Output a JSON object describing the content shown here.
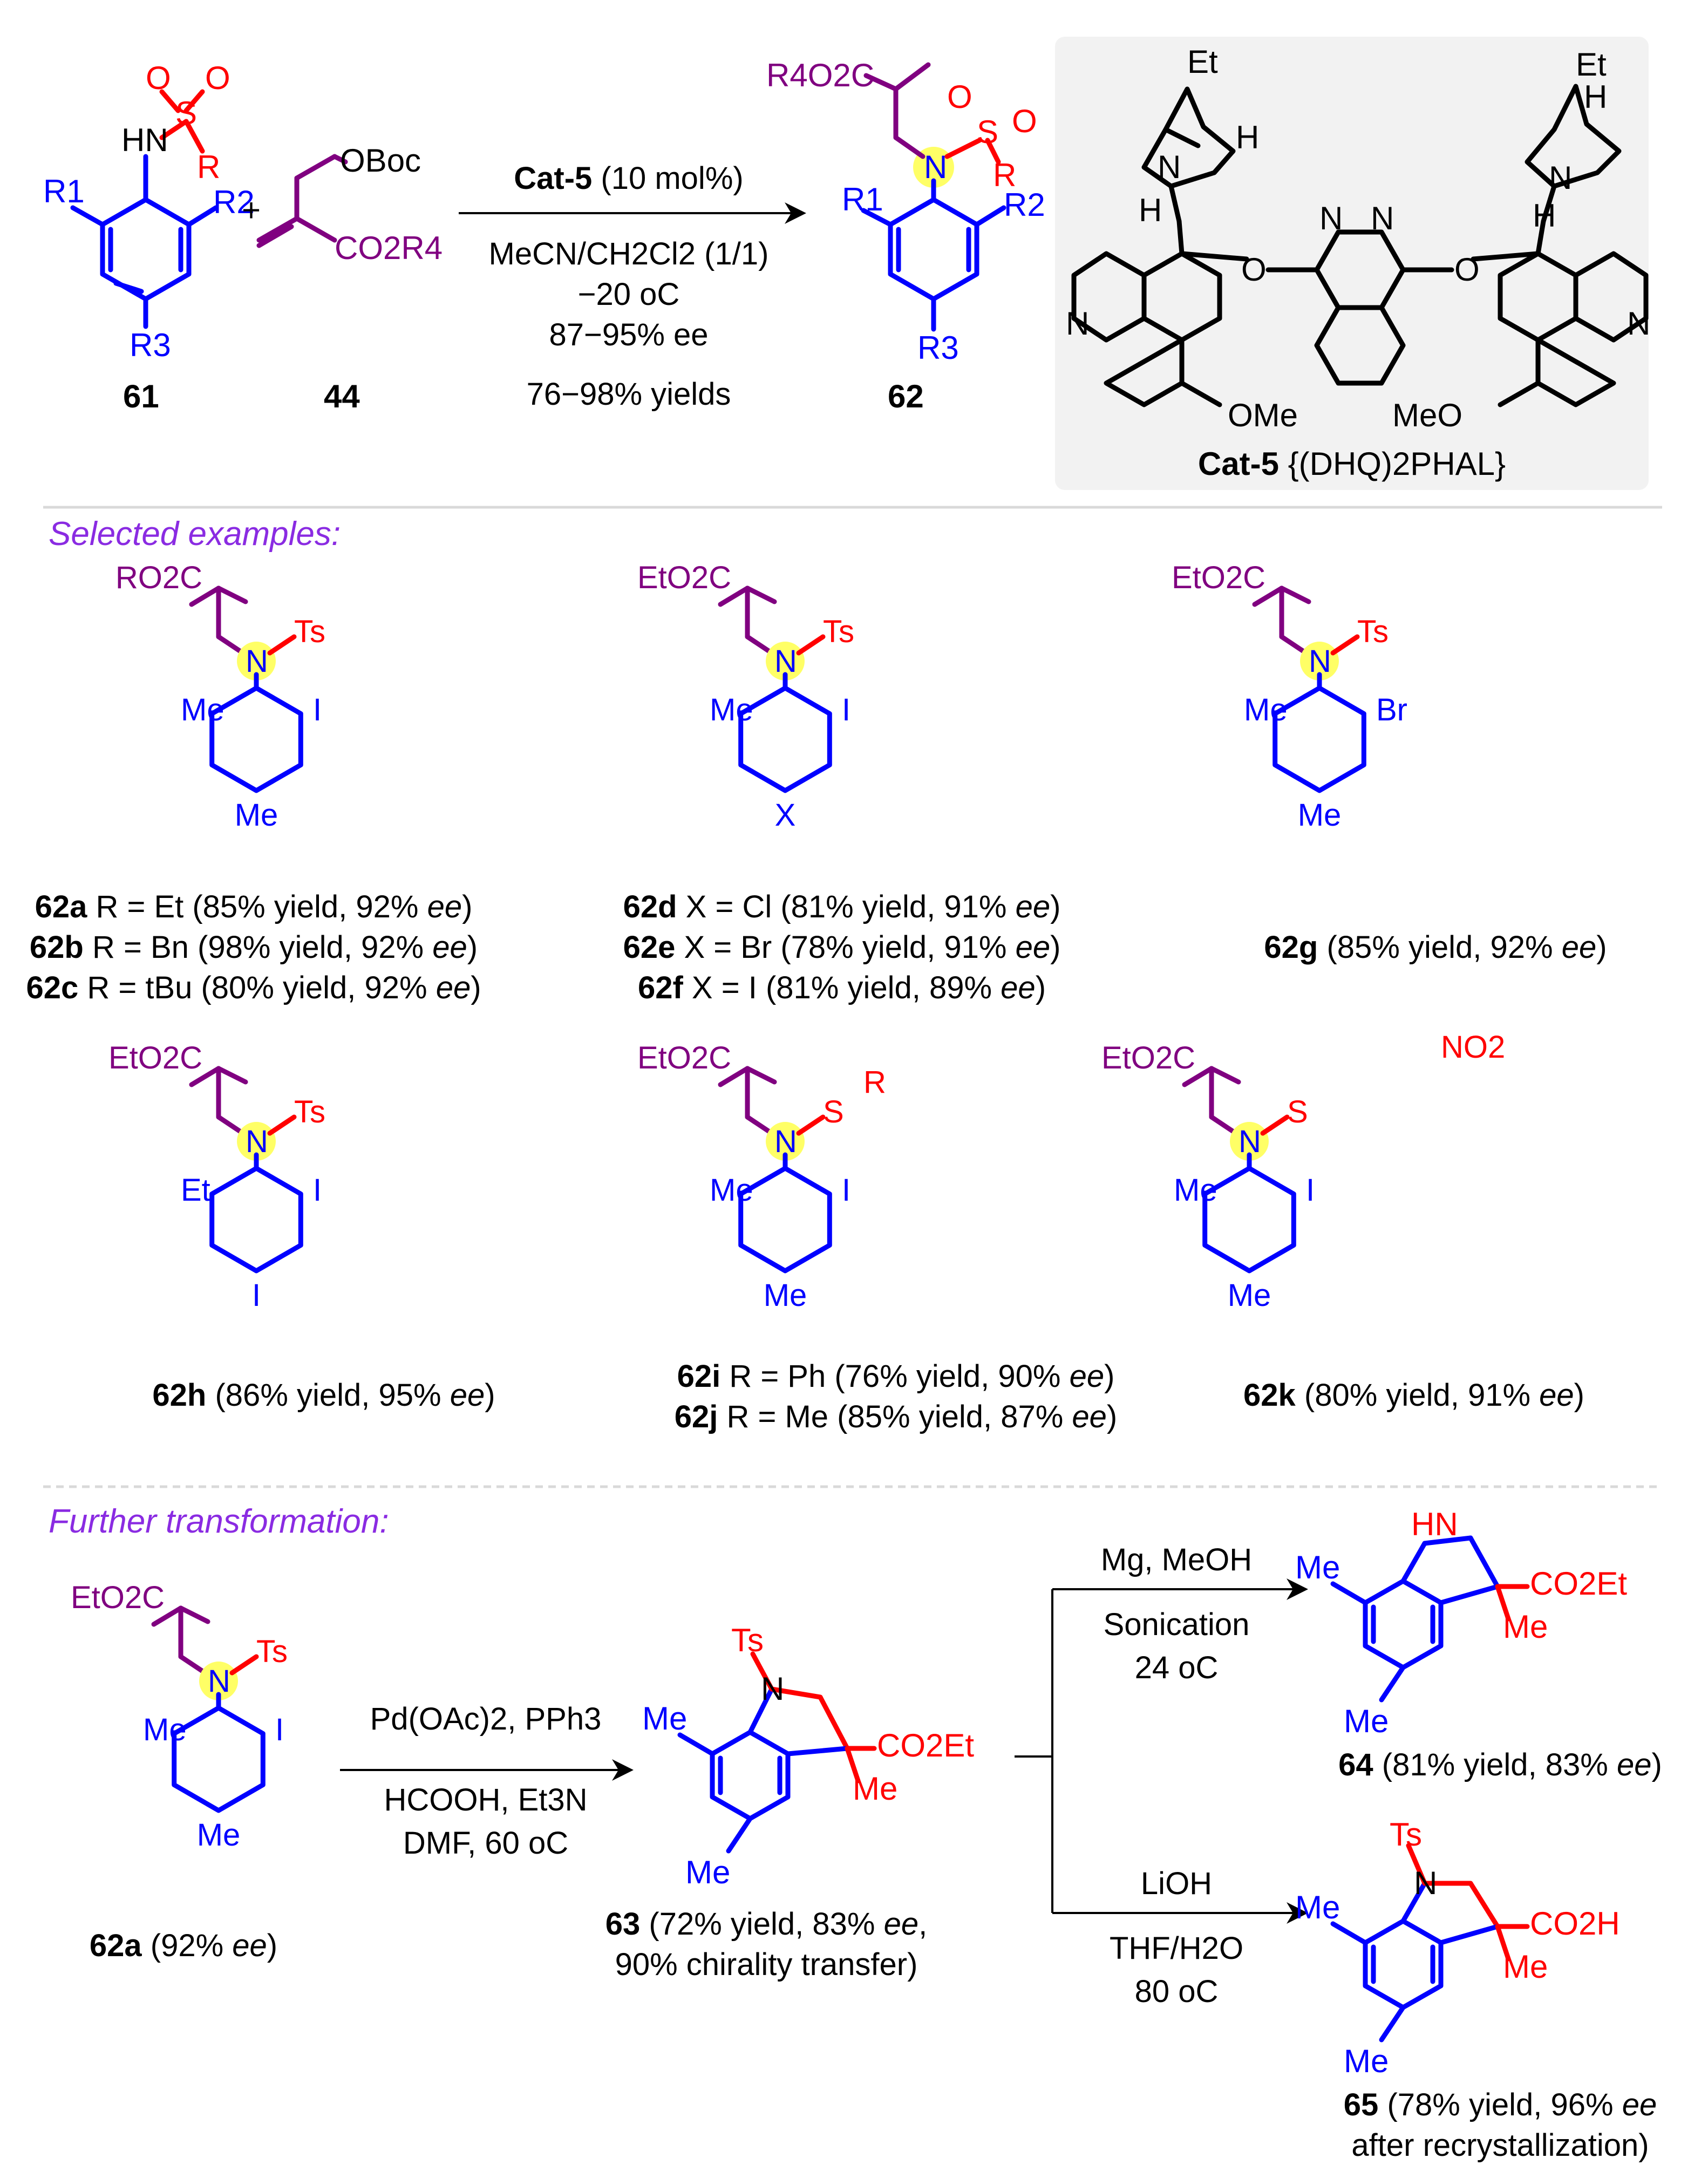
{
  "colors": {
    "text": "#000000",
    "aryl": "#0000ff",
    "ester": "#800080",
    "sulfonyl": "#ff0000",
    "heading": "#8a2be2",
    "highlight": "#ffff66",
    "panel": "#f2f2f2",
    "divider": "#d9d9d9"
  },
  "reaction": {
    "reactant1": {
      "label": "61",
      "substituents": {
        "R1": "R1",
        "R2": "R2",
        "R3": "R3"
      },
      "nh": "HN",
      "sulfonyl": {
        "s": "S",
        "o": "O",
        "r": "R"
      }
    },
    "reactant2": {
      "label": "44",
      "oboc": "OBoc",
      "ester": "CO2R4"
    },
    "plus": "+",
    "conditions": {
      "catalyst": "Cat-5",
      "loading": "(10 mol%)",
      "solvent": "MeCN/CH2Cl2 (1/1)",
      "temperature": "−20 oC",
      "ee": "87−95% ee",
      "yields": "76−98% yields"
    },
    "product": {
      "label": "62",
      "ester": "R4O2C",
      "n": "N",
      "substituents": {
        "R1": "R1",
        "R2": "R2",
        "R3": "R3"
      },
      "sulfonyl": {
        "s": "S",
        "o": "O",
        "r": "R"
      }
    },
    "catalyst_box": {
      "caption_bold": "Cat-5",
      "caption_rest": "{(DHQ)2PHAL}",
      "labels": {
        "ethyl": "Et",
        "hydrogen": "H",
        "nitrogen": "N",
        "oxygen": "O",
        "methoxy_right": "OMe",
        "methoxy_left": "MeO"
      }
    }
  },
  "selected_examples": {
    "heading": "Selected examples:",
    "compounds": [
      {
        "ester": "RO2C",
        "sulfonyl": "Ts",
        "ortho_left": "Me",
        "ortho_right": "I",
        "para": "Me",
        "entries": [
          {
            "id": "62a",
            "sub": "R = Et",
            "yield": "(85% yield, 92%",
            "ee": "ee",
            "close": ")"
          },
          {
            "id": "62b",
            "sub": "R = Bn",
            "yield": "(98% yield, 92%",
            "ee": "ee",
            "close": ")"
          },
          {
            "id": "62c",
            "sub": "R = tBu",
            "yield": "(80% yield, 92%",
            "ee": "ee",
            "close": ")"
          }
        ]
      },
      {
        "ester": "EtO2C",
        "sulfonyl": "Ts",
        "ortho_left": "Me",
        "ortho_right": "I",
        "para": "X",
        "entries": [
          {
            "id": "62d",
            "sub": "X = Cl",
            "yield": "(81% yield, 91%",
            "ee": "ee",
            "close": ")"
          },
          {
            "id": "62e",
            "sub": "X = Br",
            "yield": "(78% yield, 91%",
            "ee": "ee",
            "close": ")"
          },
          {
            "id": "62f",
            "sub": "X = I",
            "yield": "(81% yield, 89%",
            "ee": "ee",
            "close": ")"
          }
        ]
      },
      {
        "ester": "EtO2C",
        "sulfonyl": "Ts",
        "ortho_left": "Me",
        "ortho_right": "Br",
        "para": "Me",
        "entries": [
          {
            "id": "62g",
            "sub": "",
            "yield": "(85% yield, 92%",
            "ee": "ee",
            "close": ")"
          }
        ]
      },
      {
        "ester": "EtO2C",
        "sulfonyl": "Ts",
        "ortho_left": "Et",
        "ortho_right": "I",
        "para": "I",
        "entries": [
          {
            "id": "62h",
            "sub": "",
            "yield": "(86% yield, 95%",
            "ee": "ee",
            "close": ")"
          }
        ]
      },
      {
        "ester": "EtO2C",
        "sulfonyl": "S",
        "sulfonyl_r": "R",
        "ortho_left": "Me",
        "ortho_right": "I",
        "para": "Me",
        "entries": [
          {
            "id": "62i",
            "sub": "R = Ph",
            "yield": "(76% yield, 90%",
            "ee": "ee",
            "close": ")"
          },
          {
            "id": "62j",
            "sub": "R = Me",
            "yield": "(85% yield, 87%",
            "ee": "ee",
            "close": ")"
          }
        ]
      },
      {
        "ester": "EtO2C",
        "sulfonyl": "S",
        "nitro": "NO2",
        "ortho_left": "Me",
        "ortho_right": "I",
        "para": "Me",
        "entries": [
          {
            "id": "62k",
            "sub": "",
            "yield": "(80% yield, 91%",
            "ee": "ee",
            "close": ")"
          }
        ]
      }
    ]
  },
  "further_transformation": {
    "heading": "Further transformation:",
    "start": {
      "ester": "EtO2C",
      "sulfonyl": "Ts",
      "ortho_left": "Me",
      "ortho_right": "I",
      "para": "Me",
      "label": "62a",
      "note": "(92%",
      "ee": "ee",
      "close": ")"
    },
    "step1": {
      "reagents": "Pd(OAc)2, PPh3",
      "base": "HCOOH, Et3N",
      "conditions": "DMF, 60 oC"
    },
    "intermediate": {
      "label": "63",
      "line1": "(72% yield, 83%",
      "ee": "ee",
      "line1_end": ",",
      "line2": "90% chirality transfer)",
      "groups": {
        "ts": "Ts",
        "n": "N",
        "ester": "CO2Et",
        "methyl": "Me",
        "aryl_me_top": "Me",
        "aryl_me_bottom": "Me"
      }
    },
    "step2a": {
      "reagents": "Mg, MeOH",
      "conditions": "Sonication",
      "temperature": "24 oC"
    },
    "product64": {
      "label": "64",
      "line": "(81% yield, 83%",
      "ee": "ee",
      "close": ")",
      "groups": {
        "nh": "HN",
        "ester": "CO2Et",
        "methyl": "Me",
        "aryl_me_top": "Me",
        "aryl_me_bottom": "Me"
      }
    },
    "step2b": {
      "reagents": "LiOH",
      "solvent": "THF/H2O",
      "temperature": "80 oC"
    },
    "product65": {
      "label": "65",
      "line1": "(78% yield, 96%",
      "ee": "ee",
      "line2": "after recrystallization)",
      "groups": {
        "ts": "Ts",
        "n": "N",
        "acid": "CO2H",
        "methyl": "Me",
        "aryl_me_top": "Me",
        "aryl_me_bottom": "Me"
      }
    }
  }
}
